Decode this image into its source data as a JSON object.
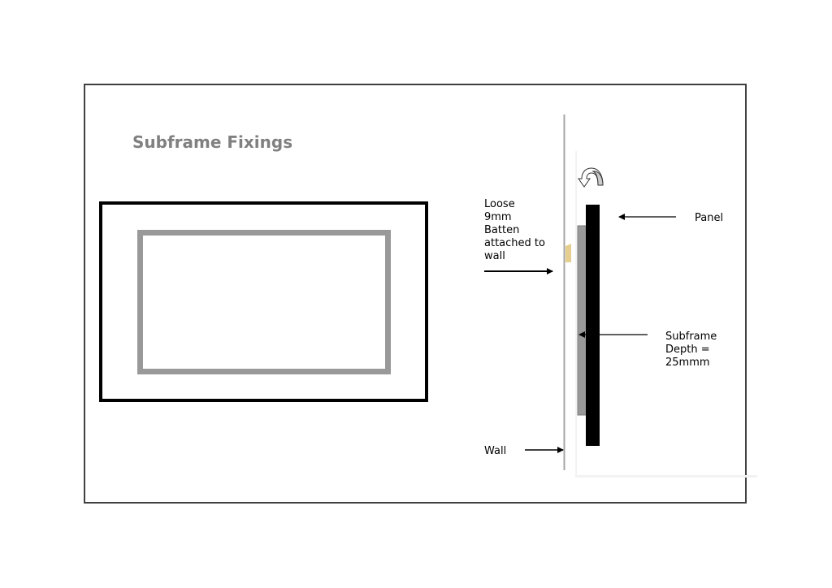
{
  "title": "Subframe Fixings",
  "labels": {
    "batten": "Loose\n9mm\nBatten\nattached to\nwall",
    "panel": "Panel",
    "subframe": "Subframe\nDepth =\n25mmm",
    "wall": "Wall"
  },
  "colors": {
    "frame": "#404040",
    "title": "#808080",
    "panel": "#000000",
    "subframe": "#999999",
    "batten": "#e6cf8e",
    "wall": "#a6a6a6",
    "rotate_arrow_fill": "#cccccc"
  },
  "icons": {
    "rotate": "curved-arrow-icon"
  }
}
